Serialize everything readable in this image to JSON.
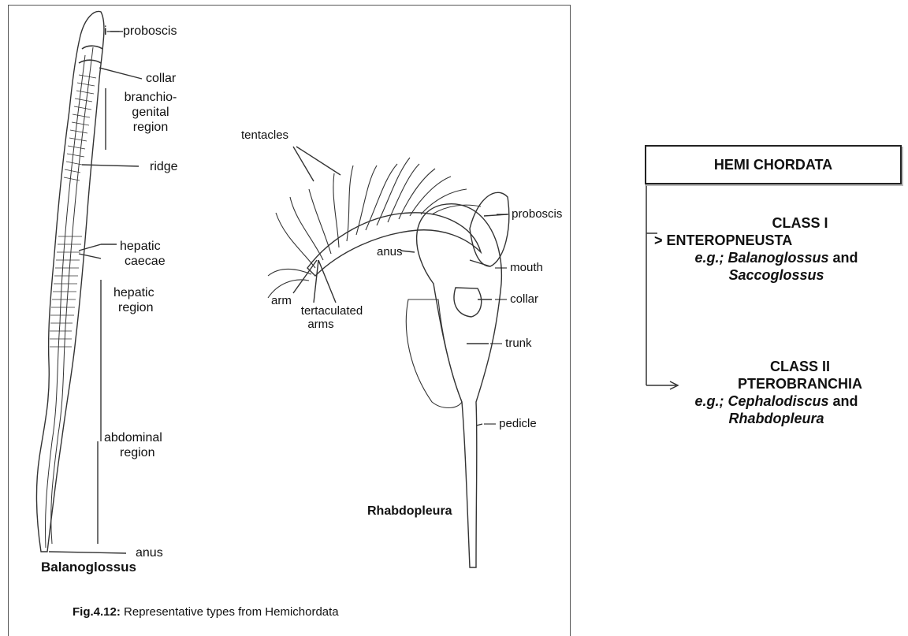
{
  "balanoglossus": {
    "labels": {
      "proboscis": "proboscis",
      "collar": "collar",
      "branchiogenital": [
        "branchio-",
        "genital",
        "region"
      ],
      "ridge": "ridge",
      "hepatic_caecae": [
        "hepatic",
        "caecae"
      ],
      "hepatic_region": [
        "hepatic",
        "region"
      ],
      "abdominal_region": [
        "abdominal",
        "region"
      ],
      "anus": "anus"
    },
    "title": "Balanoglossus"
  },
  "rhabdopleura": {
    "labels": {
      "tentacles": "tentacles",
      "anus": "anus",
      "arm": "arm",
      "tentaculated_arms": [
        "tertaculated",
        "arms"
      ],
      "proboscis": "proboscis",
      "mouth": "mouth",
      "collar": "collar",
      "trunk": "trunk",
      "pedicle": "pedicle"
    },
    "title": "Rhabdopleura"
  },
  "caption": {
    "prefix": "Fig.4.12:",
    "text": " Representative types from Hemichordata"
  },
  "classification": {
    "root": "HEMI CHORDATA",
    "classes": [
      {
        "name": "CLASS I",
        "group": "ENTEROPNEUSTA",
        "example_prefix": "e.g.;",
        "example_1": "Balanoglossus",
        "joiner": "and",
        "example_2": "Saccoglossus"
      },
      {
        "name": "CLASS II",
        "group": "PTEROBRANCHIA",
        "example_prefix": "e.g.;",
        "example_1": "Cephalodiscus",
        "joiner": "and",
        "example_2": "Rhabdopleura"
      }
    ]
  }
}
